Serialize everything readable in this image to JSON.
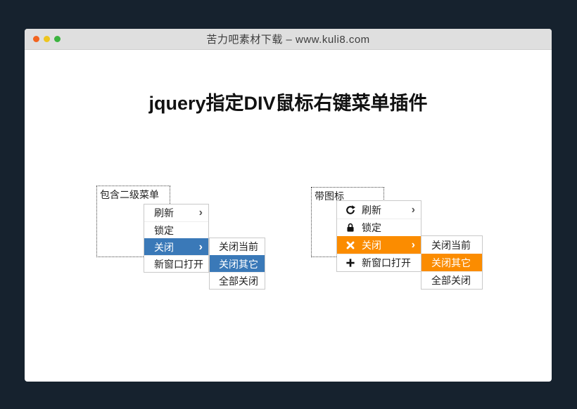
{
  "window": {
    "titlebar": {
      "title": "苦力吧素材下载 – www.kuli8.com",
      "dot_colors": [
        "#f2641f",
        "#eec51f",
        "#3bb33f"
      ]
    }
  },
  "page": {
    "heading": "jquery指定DIV鼠标右键菜单插件"
  },
  "colors": {
    "menu_highlight_blue": "#3a79b8",
    "menu_highlight_orange": "#fb8c00",
    "desktop_background": "#16222e",
    "titlebar_background": "#dfdfdf"
  },
  "demo_left": {
    "box_label": "包含二级菜单",
    "menu_items": [
      {
        "label": "刷新",
        "arrow": "›"
      },
      {
        "label": "锁定"
      },
      {
        "label": "关闭",
        "arrow": "›",
        "state": "selected"
      },
      {
        "label": "新窗口打开"
      }
    ],
    "submenu_items": [
      {
        "label": "关闭当前"
      },
      {
        "label": "关闭其它",
        "state": "selected"
      },
      {
        "label": "全部关闭"
      }
    ]
  },
  "demo_right": {
    "box_label": "带图标",
    "menu_items": [
      {
        "label": "刷新",
        "icon": "refresh-icon",
        "arrow": "›"
      },
      {
        "label": "锁定",
        "icon": "lock-icon"
      },
      {
        "label": "关闭",
        "icon": "close-icon",
        "arrow": "›",
        "state": "selected"
      },
      {
        "label": "新窗口打开",
        "icon": "plus-icon"
      }
    ],
    "submenu_items": [
      {
        "label": "关闭当前"
      },
      {
        "label": "关闭其它",
        "state": "selected"
      },
      {
        "label": "全部关闭"
      }
    ]
  }
}
